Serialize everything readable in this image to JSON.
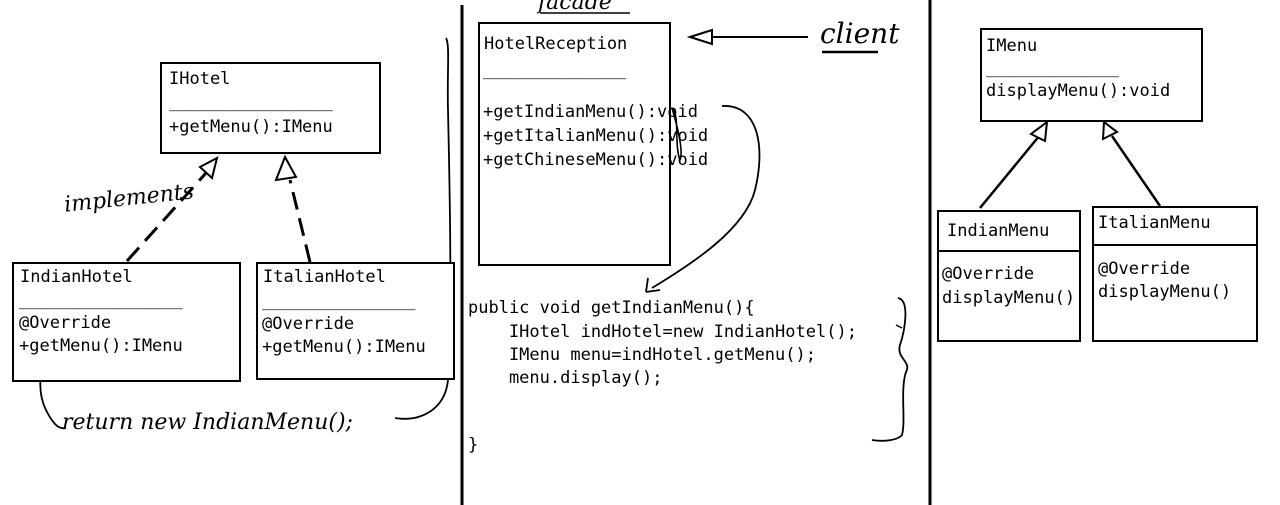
{
  "left_panel": {
    "ihotel": {
      "name": "IHotel",
      "rule": "________________",
      "method": "+getMenu():IMenu"
    },
    "indian_hotel": {
      "name": "IndianHotel",
      "rule": "________________",
      "override": "@Override",
      "method": "+getMenu():IMenu"
    },
    "italian_hotel": {
      "name": "ItalianHotel",
      "rule": "_______________",
      "override": "@Override",
      "method": "+getMenu():IMenu"
    },
    "implements_note": "implements",
    "return_note": "return new IndianMenu();"
  },
  "middle_panel": {
    "facade_note": "facade",
    "client_note": "client",
    "hotel_reception": {
      "name": "HotelReception",
      "rule": "______________",
      "methods": [
        "+getIndianMenu():void",
        "+getItalianMenu():void",
        "+getChineseMenu():void"
      ]
    },
    "code": {
      "line1": "public void getIndianMenu(){",
      "line2": "    IHotel indHotel=new IndianHotel();",
      "line3": "    IMenu menu=indHotel.getMenu();",
      "line4": "    menu.display();",
      "line5": "}"
    }
  },
  "right_panel": {
    "imenu": {
      "name": "IMenu",
      "rule": "_____________",
      "method": "displayMenu():void"
    },
    "indian_menu": {
      "name": "IndianMenu",
      "override": "@Override",
      "method": "displayMenu()"
    },
    "italian_menu": {
      "name": "ItalianMenu",
      "override": "@Override",
      "method": "displayMenu()"
    }
  }
}
